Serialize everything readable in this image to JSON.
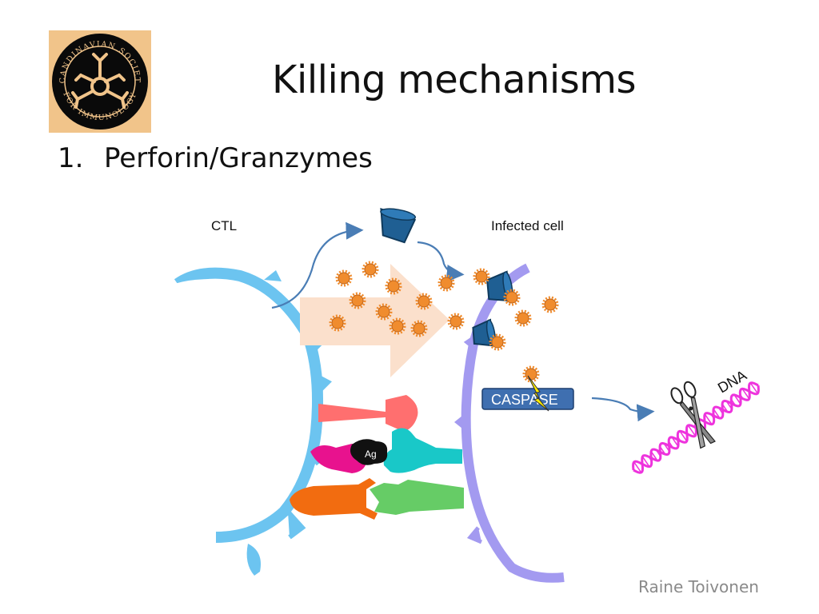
{
  "slide": {
    "title": "Killing mechanisms",
    "list_number": "1.",
    "list_item": "Perforin/Granzymes",
    "credit": "Raine Toivonen"
  },
  "logo": {
    "text": "SCANDINAVIAN SOCIETY FOR IMMUNOLOGY",
    "colors": {
      "background": "#f1c48a",
      "disc": "#0a0a0a",
      "emblem": "#f1c48a"
    }
  },
  "diagram": {
    "labels": {
      "ctl": "CTL",
      "infected_cell": "Infected cell",
      "antigen": "Ag",
      "caspase": "CASPASE",
      "dna": "DNA"
    },
    "colors": {
      "ctl_membrane": "#6cc4f0",
      "target_membrane": "#a39af0",
      "arrow_fill": "#fbe0cc",
      "granzyme": "#f08c2e",
      "perforin": "#1f5f93",
      "caspase_box": "#3f6fb0",
      "dna": "#ee33dd",
      "tcr": "#ff6f6f",
      "mhc": "#19c8c8",
      "peptide": "#e8128e",
      "cd8": "#f26c10",
      "mhc_alpha3": "#66cc66",
      "lightning": "#ffee00",
      "scissors": "#888888"
    },
    "icons": [
      "perforin-pore-icon",
      "granzyme-granule-icon",
      "lightning-icon",
      "scissors-icon",
      "flow-arrow-icon"
    ]
  }
}
